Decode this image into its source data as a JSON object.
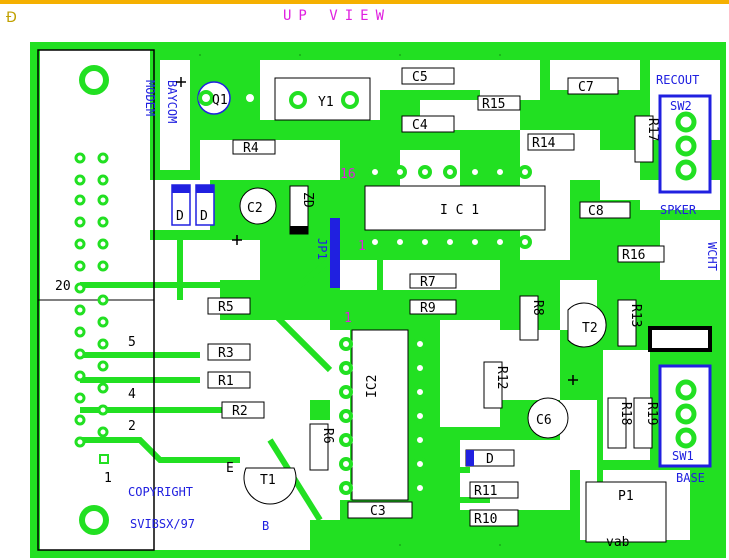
{
  "header": {
    "title": "UP VIEW",
    "corner_mark": "Ð"
  },
  "colors": {
    "board": "#22e022",
    "trace": "#22e022",
    "silk": "#2020e0",
    "copper_fill": "#ffffff",
    "pad_ring": "#22e022",
    "pin1": "#e020e0",
    "accent": "#f5b000"
  },
  "labels": {
    "modem": "MODEM",
    "baycom": "BAYCOM",
    "recout": "RECOUT",
    "spker": "SPKER",
    "wrkt": "WCHT",
    "base": "BASE",
    "copyright": "COPYRIGHT",
    "svibsx": "SVIBSX/97",
    "vab": "vab",
    "i16": "16",
    "pin1_a": "1",
    "pin1_b": "1"
  },
  "connector": {
    "pin20": "20",
    "pin5": "5",
    "pin4": "4",
    "pin2": "2",
    "pin1": "1"
  },
  "components": {
    "Q1": "Q1",
    "Y1": "Y1",
    "C5": "C5",
    "C4": "C4",
    "R15": "R15",
    "C7": "C7",
    "R14": "R14",
    "R17": "R17",
    "SW2": "SW2",
    "R4": "R4",
    "C2": "C2",
    "ZD": "ZD",
    "IC1": "I C 1",
    "C8": "C8",
    "JP1": "JP1",
    "R16": "R16",
    "R7": "R7",
    "R9": "R9",
    "R5": "R5",
    "R8": "R8",
    "T2": "T2",
    "R13": "R13",
    "R3": "R3",
    "R1": "R1",
    "R12": "R12",
    "R2": "R2",
    "IC2": "IC2",
    "C6": "C6",
    "R18": "R18",
    "R19": "R19",
    "SW1": "SW1",
    "R6": "R6",
    "D": "D",
    "T1": "T1",
    "E": "E",
    "B": "B",
    "R11": "R11",
    "C3": "C3",
    "R10": "R10",
    "P1": "P1",
    "D_left1": "D",
    "D_left2": "D"
  }
}
